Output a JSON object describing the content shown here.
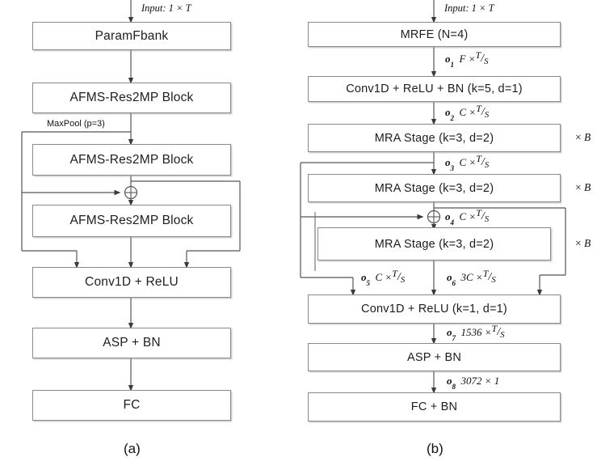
{
  "figure": {
    "panels": [
      {
        "id": "a",
        "caption": "(a)",
        "input_label": "Input: 1 × T",
        "edge_labels": [
          {
            "name": "maxpool",
            "text": "MaxPool (p=3)"
          }
        ],
        "nodes": [
          {
            "name": "paramfbank",
            "label": "ParamFbank"
          },
          {
            "name": "afms-res2mp-block-1",
            "label": "AFMS-Res2MP Block"
          },
          {
            "name": "afms-res2mp-block-2",
            "label": "AFMS-Res2MP Block"
          },
          {
            "name": "afms-res2mp-block-3",
            "label": "AFMS-Res2MP Block"
          },
          {
            "name": "conv1d-relu",
            "label": "Conv1D + ReLU"
          },
          {
            "name": "asp-bn",
            "label": "ASP + BN"
          },
          {
            "name": "fc",
            "label": "FC"
          }
        ]
      },
      {
        "id": "b",
        "caption": "(b)",
        "input_label": "Input: 1 × T",
        "nodes": [
          {
            "name": "mrfe",
            "label": "MRFE (N=4)"
          },
          {
            "name": "conv1d-relu-bn",
            "label": "Conv1D + ReLU + BN (k=5, d=1)"
          },
          {
            "name": "mra-stage-1",
            "label": "MRA Stage (k=3, d=2)"
          },
          {
            "name": "mra-stage-2",
            "label": "MRA Stage (k=3, d=2)"
          },
          {
            "name": "mra-stage-3",
            "label": "MRA Stage (k=3, d=2)"
          },
          {
            "name": "conv1d-relu-k1",
            "label": "Conv1D + ReLU (k=1, d=1)"
          },
          {
            "name": "asp-bn",
            "label": "ASP + BN"
          },
          {
            "name": "fc-bn",
            "label": "FC + BN"
          }
        ],
        "repeat_labels": [
          {
            "name": "repeat-b-1",
            "text": "× B"
          },
          {
            "name": "repeat-b-2",
            "text": "× B"
          },
          {
            "name": "repeat-b-3",
            "text": "× B"
          }
        ],
        "tensors": [
          {
            "name": "o1",
            "sym": "o",
            "idx": "1",
            "shape": "F ×",
            "num": "T",
            "den": "S",
            "full": "o1  F × T/S"
          },
          {
            "name": "o2",
            "sym": "o",
            "idx": "2",
            "shape": "C ×",
            "num": "T",
            "den": "S",
            "full": "o2  C × T/S"
          },
          {
            "name": "o3",
            "sym": "o",
            "idx": "3",
            "shape": "C ×",
            "num": "T",
            "den": "S",
            "full": "o3  C × T/S"
          },
          {
            "name": "o4",
            "sym": "o",
            "idx": "4",
            "shape": "C ×",
            "num": "T",
            "den": "S",
            "full": "o4  C × T/S"
          },
          {
            "name": "o5",
            "sym": "o",
            "idx": "5",
            "shape": "C ×",
            "num": "T",
            "den": "S",
            "full": "o5  C × T/S"
          },
          {
            "name": "o6",
            "sym": "o",
            "idx": "6",
            "shape": "3C ×",
            "num": "T",
            "den": "S",
            "full": "o6  3C × T/S"
          },
          {
            "name": "o7",
            "sym": "o",
            "idx": "7",
            "shape": "1536 ×",
            "num": "T",
            "den": "S",
            "full": "o7  1536 × T/S"
          },
          {
            "name": "o8",
            "sym": "o",
            "idx": "8",
            "shape": "3072 × 1",
            "num": "",
            "den": "",
            "full": "o8  3072 × 1"
          }
        ]
      }
    ],
    "colors": {
      "box_border": "#8a8a8a",
      "line": "#444444",
      "text": "#1a1a1a",
      "background": "#ffffff"
    }
  }
}
